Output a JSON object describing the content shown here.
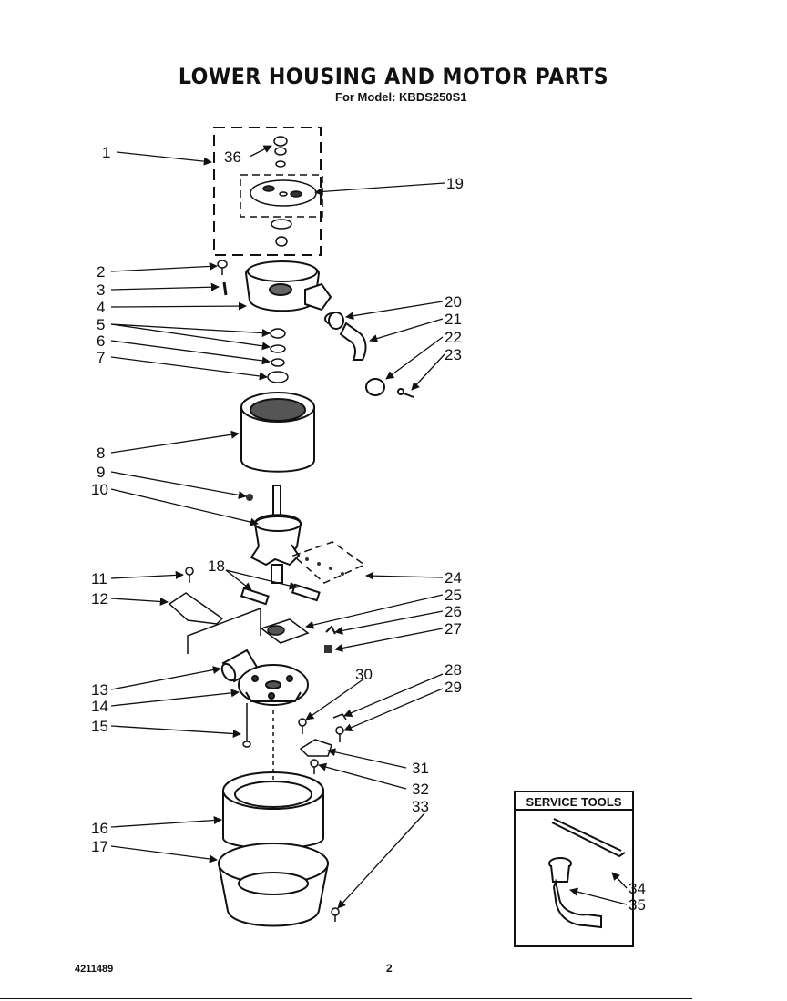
{
  "header": {
    "title": "LOWER HOUSING AND MOTOR PARTS",
    "subtitle": "For Model: KBDS250S1"
  },
  "service_tools": {
    "title": "SERVICE TOOLS"
  },
  "callouts": {
    "c1": "1",
    "c2": "2",
    "c3": "3",
    "c4": "4",
    "c5": "5",
    "c6": "6",
    "c7": "7",
    "c8": "8",
    "c9": "9",
    "c10": "10",
    "c11": "11",
    "c12": "12",
    "c13": "13",
    "c14": "14",
    "c15": "15",
    "c16": "16",
    "c17": "17",
    "c18": "18",
    "c19": "19",
    "c20": "20",
    "c21": "21",
    "c22": "22",
    "c23": "23",
    "c24": "24",
    "c25": "25",
    "c26": "26",
    "c27": "27",
    "c28": "28",
    "c29": "29",
    "c30": "30",
    "c31": "31",
    "c32": "32",
    "c33": "33",
    "c34": "34",
    "c35": "35",
    "c36": "36"
  },
  "footer": {
    "doc_number": "4211489",
    "page_number": "2"
  }
}
